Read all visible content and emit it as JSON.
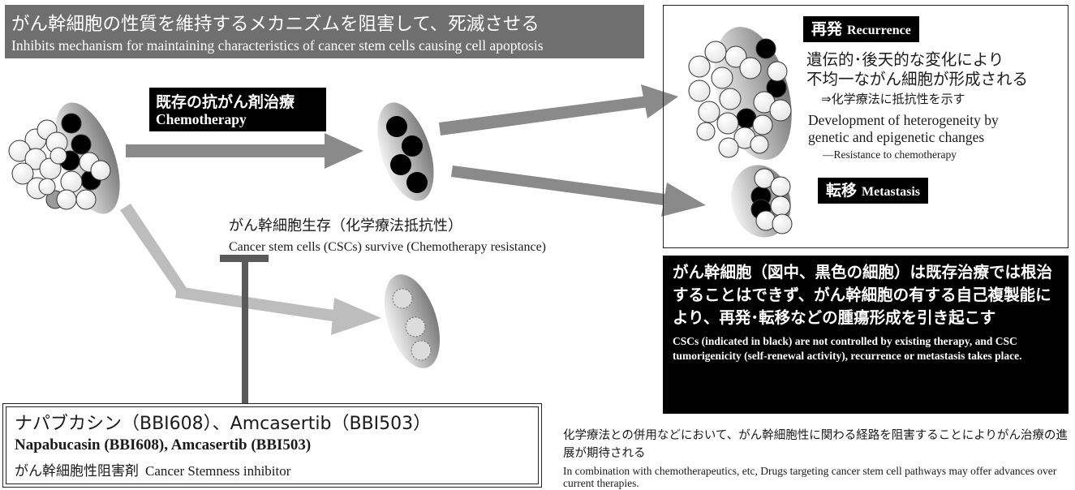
{
  "banner": {
    "title_jp": "がん幹細胞の性質を維持するメカニズムを阻害して、死滅させる",
    "title_en": "Inhibits mechanism for maintaining characteristics of cancer stem cells causing cell apoptosis"
  },
  "chemo": {
    "label_jp": "既存の抗がん剤治療",
    "label_en": "Chemotherapy"
  },
  "survive": {
    "text_jp": "がん幹細胞生存（化学療法抵抗性）",
    "text_en": "Cancer stem cells (CSCs) survive (Chemotherapy resistance)"
  },
  "recurrence": {
    "tag_jp": "再発",
    "tag_en": "Recurrence",
    "desc_jp_line1": "遺伝的･後天的な変化により",
    "desc_jp_line2": "不均一ながん細胞が形成される",
    "desc_jp_line3": "⇒化学療法に抵抗性を示す",
    "desc_en_line1": "Development of heterogeneity by",
    "desc_en_line2": "genetic and epigenetic changes",
    "desc_en_line3": "—Resistance to chemotherapy"
  },
  "metastasis": {
    "tag_jp": "転移",
    "tag_en": "Metastasis"
  },
  "csc_note": {
    "text_jp": "がん幹細胞（図中、黒色の細胞）は既存治療では根治することはできず、がん幹細胞の有する自己複製能により、再発･転移などの腫瘍形成を引き起こす",
    "text_en": "CSCs (indicated in black) are not controlled by existing therapy, and CSC tumorigenicity (self-renewal activity), recurrence or metastasis takes place."
  },
  "drug": {
    "names_jp": "ナパブカシン（BBI608）、Amcasertib（BBI503）",
    "names_en": "Napabucasin (BBI608), Amcasertib (BBI503)",
    "type_jp": "がん幹細胞性阻害剤",
    "type_en": "Cancer Stemness inhibitor"
  },
  "expectation": {
    "text_jp": "化学療法との併用などにおいて、がん幹細胞性に関わる経路を阻害することによりがん治療の進展が期待される",
    "text_en": "In combination with chemotherapeutics, etc, Drugs targeting cancer stem cell pathways may offer advances over current therapies."
  },
  "colors": {
    "banner_bg": "#6f6f6f",
    "arrow_dark": "#8a8a8a",
    "arrow_light": "#bdbdbd",
    "inhibitor_bar": "#5a5a5a",
    "csc_black": "#000000"
  }
}
